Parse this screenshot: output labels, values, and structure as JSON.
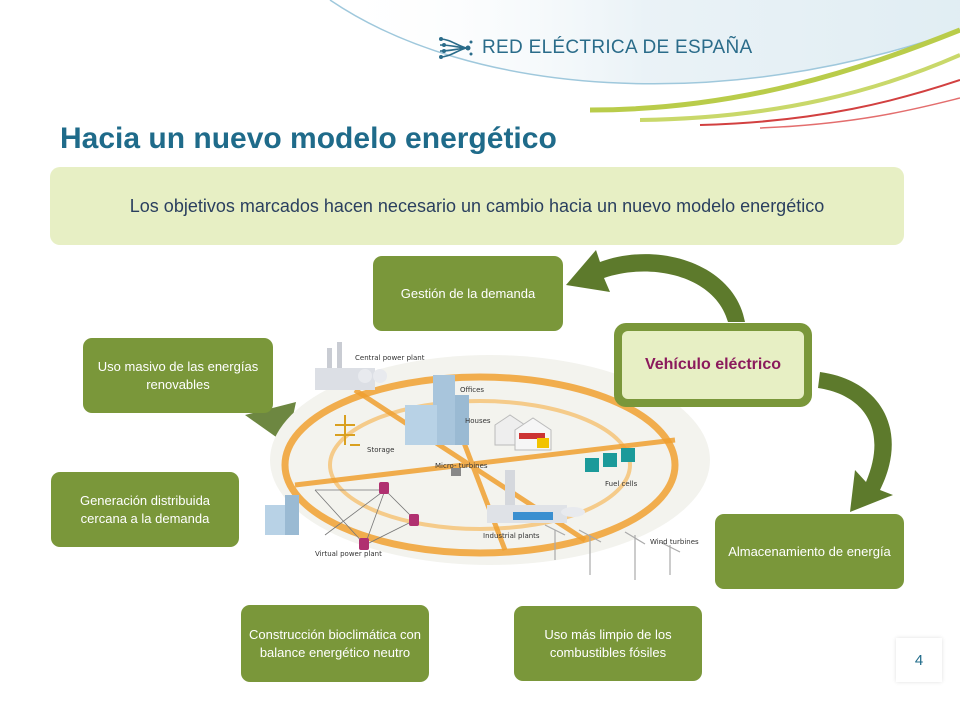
{
  "header": {
    "logo_text": "RED ELÉCTRICA DE ESPAÑA",
    "title": "Hacia un nuevo modelo energético"
  },
  "banner": {
    "text": "Los objetivos marcados hacen necesario un cambio hacia un nuevo modelo energético"
  },
  "boxes": {
    "demand_management": "Gestión de la demanda",
    "electric_vehicle": "Vehículo eléctrico",
    "renewables": "Uso masivo de las energías renovables",
    "distributed_generation": "Generación distribuida cercana a la demanda",
    "bioclimatic": "Construcción bioclimática con balance energético neutro",
    "clean_fossil": "Uso más limpio de los combustibles fósiles",
    "storage": "Almacenamiento de energía"
  },
  "diagram": {
    "labels": {
      "central_power_plant": "Central power plant",
      "offices": "Offices",
      "houses": "Houses",
      "storage": "Storage",
      "micro_turbines": "Micro-\nturbines",
      "fuel_cells": "Fuel cells",
      "industrial_plants": "Industrial plants",
      "wind_turbines": "Wind turbines",
      "virtual_power_plant": "Virtual power plant"
    }
  },
  "footer": {
    "page_number": "4"
  },
  "colors": {
    "title_blue": "#1f6b8a",
    "box_green": "#7a973a",
    "banner_bg": "#e7efc4",
    "ev_text": "#8b1a5c",
    "ring_orange": "#f0a030"
  }
}
